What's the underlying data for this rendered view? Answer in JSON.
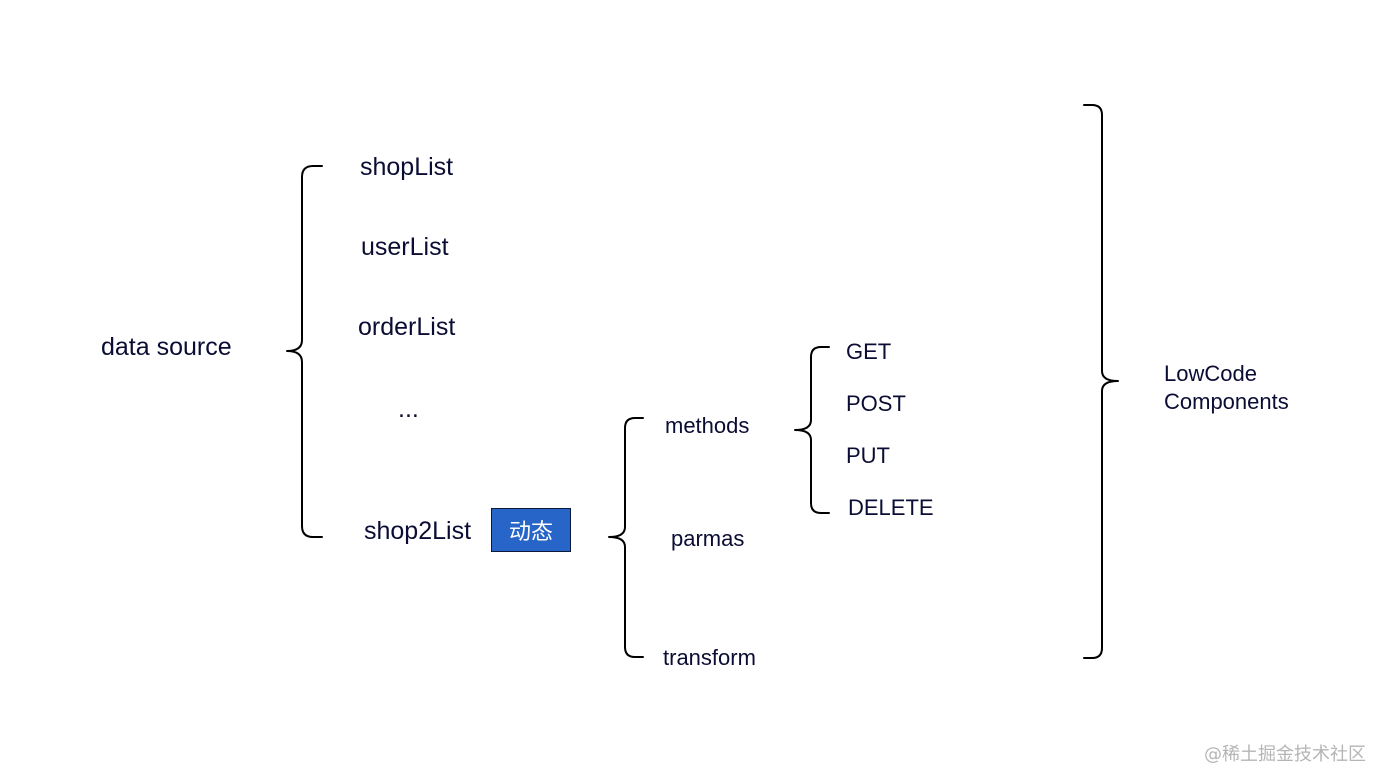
{
  "diagram": {
    "root": "data source",
    "sources": [
      "shopList",
      "userList",
      "orderList",
      "...",
      "shop2List"
    ],
    "dynamic_tag": "动态",
    "options": [
      "methods",
      "parmas",
      "transform"
    ],
    "methods": [
      "GET",
      "POST",
      "PUT",
      "DELETE"
    ],
    "target": [
      "LowCode",
      "Components"
    ]
  },
  "colors": {
    "text": "#0b0c33",
    "tag_fill": "#2765c9",
    "tag_text": "#ffffff",
    "watermark": "#b5b5b5"
  },
  "watermark": "@稀土掘金技术社区"
}
